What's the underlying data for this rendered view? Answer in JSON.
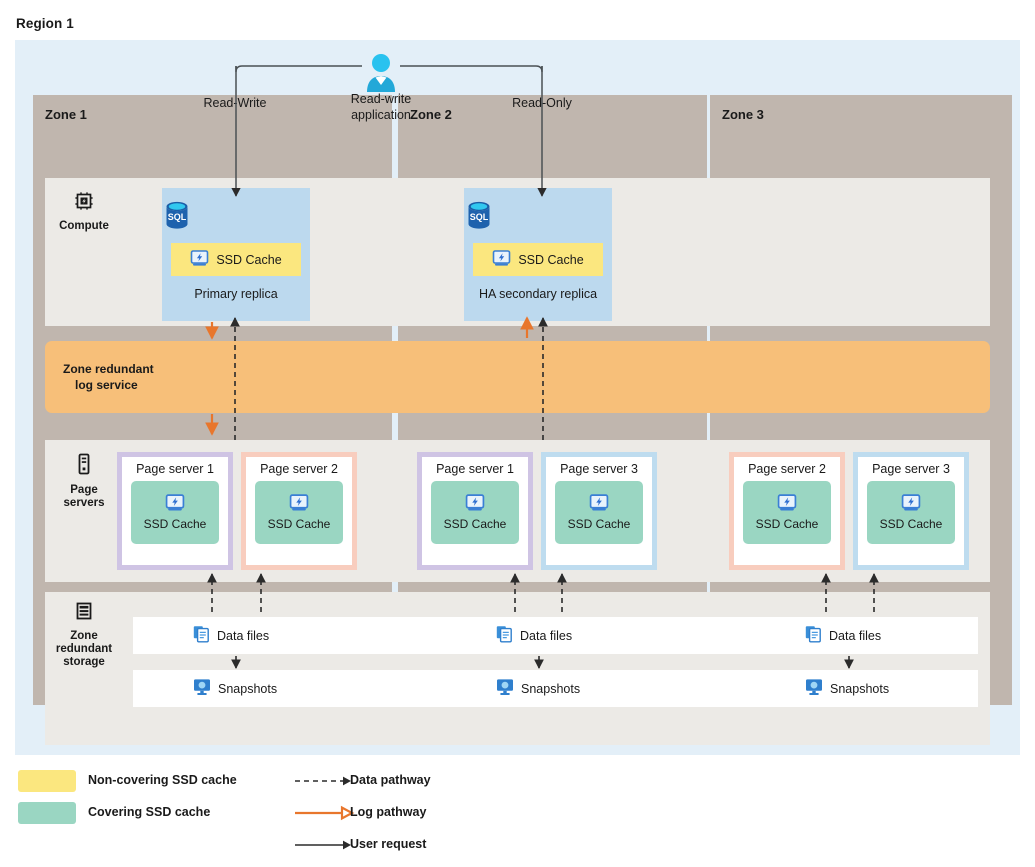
{
  "region": {
    "title": "Region 1"
  },
  "zones": [
    {
      "label": "Zone 1"
    },
    {
      "label": "Zone 2"
    },
    {
      "label": "Zone 3"
    }
  ],
  "user": {
    "icon": "person-icon",
    "label_line1": "Read-write",
    "label_line2": "application",
    "left_path_label": "Read-Write",
    "right_path_label": "Read-Only"
  },
  "row_labels": {
    "compute": {
      "icon": "cpu-chip-icon",
      "label": "Compute"
    },
    "page_servers": {
      "icon": "server-rack-icon",
      "line1": "Page",
      "line2": "servers"
    },
    "storage": {
      "icon": "storage-stack-icon",
      "line1": "Zone",
      "line2": "redundant",
      "line3": "storage"
    }
  },
  "log_service": {
    "line1": "Zone redundant",
    "line2": "log service"
  },
  "compute_replicas": [
    {
      "db_icon": "sql-database-icon",
      "cache_icon": "ssd-disk-icon",
      "cache_label": "SSD Cache",
      "caption": "Primary replica",
      "zone": "Zone 1"
    },
    {
      "db_icon": "sql-database-icon",
      "cache_icon": "ssd-disk-icon",
      "cache_label": "SSD Cache",
      "caption": "HA secondary replica",
      "zone": "Zone 2"
    }
  ],
  "page_servers": [
    {
      "title": "Page server 1",
      "cache_label": "SSD Cache",
      "cache_icon": "ssd-disk-icon",
      "border": "purple"
    },
    {
      "title": "Page server 2",
      "cache_label": "SSD Cache",
      "cache_icon": "ssd-disk-icon",
      "border": "salmon"
    },
    {
      "title": "Page server 1",
      "cache_label": "SSD Cache",
      "cache_icon": "ssd-disk-icon",
      "border": "purple"
    },
    {
      "title": "Page server 3",
      "cache_label": "SSD Cache",
      "cache_icon": "ssd-disk-icon",
      "border": "blue"
    },
    {
      "title": "Page server 2",
      "cache_label": "SSD Cache",
      "cache_icon": "ssd-disk-icon",
      "border": "salmon"
    },
    {
      "title": "Page server 3",
      "cache_label": "SSD Cache",
      "cache_icon": "ssd-disk-icon",
      "border": "blue"
    }
  ],
  "storage": {
    "data_files": [
      {
        "icon": "documents-icon",
        "label": "Data files"
      },
      {
        "icon": "documents-icon",
        "label": "Data files"
      },
      {
        "icon": "documents-icon",
        "label": "Data files"
      }
    ],
    "snapshots": [
      {
        "icon": "snapshot-monitor-icon",
        "label": "Snapshots"
      },
      {
        "icon": "snapshot-monitor-icon",
        "label": "Snapshots"
      },
      {
        "icon": "snapshot-monitor-icon",
        "label": "Snapshots"
      }
    ]
  },
  "legend": {
    "swatches": [
      {
        "label": "Non-covering SSD cache",
        "color": "#fbe77f"
      },
      {
        "label": "Covering SSD cache",
        "color": "#9ad6c2"
      }
    ],
    "arrows": [
      {
        "label": "Data pathway",
        "style": "dashed",
        "color": "#2b2b2b"
      },
      {
        "label": "Log pathway",
        "style": "solid",
        "color": "#e8762c"
      },
      {
        "label": "User request",
        "style": "solid",
        "color": "#2b2b2b"
      }
    ]
  },
  "colors": {
    "region_bg": "#e3eff8",
    "zone_bg": "#c0b6ae",
    "band_bg": "#eceae6",
    "log_bar": "#f7bf79",
    "replica_bg": "#bcd9ee",
    "noncovering_cache": "#fbe77f",
    "covering_cache": "#9ad6c2",
    "log_arrow": "#e8762c",
    "data_arrow": "#2b2b2b"
  }
}
